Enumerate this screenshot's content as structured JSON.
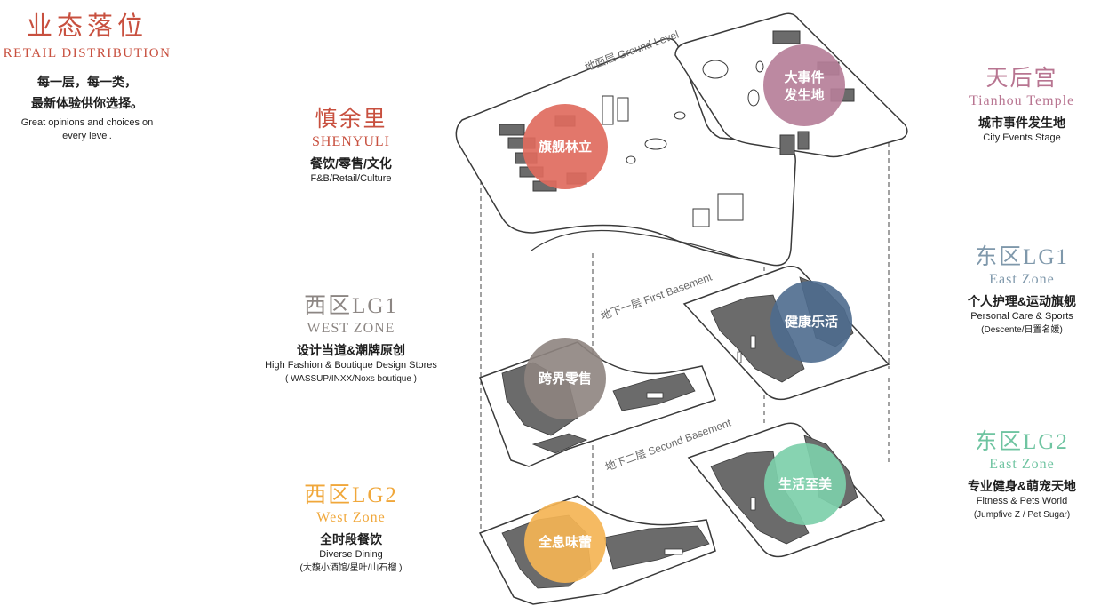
{
  "header": {
    "title_cn": "业态落位",
    "title_en": "RETAIL DISTRIBUTION",
    "tagline_line1": "每一层，每一类，",
    "tagline_line2": "最新体验供你选择。",
    "tagline_en_line1": "Great opinions and choices on",
    "tagline_en_line2": "every level."
  },
  "colors": {
    "shenyuli": "#c8503f",
    "tianhou": "#b87591",
    "east_lg1": "#7f98ab",
    "west_lg1": "#8c8683",
    "east_lg2": "#6fc4a1",
    "west_lg2": "#f0a73a",
    "bubble_red": "#e06b5e",
    "bubble_pink": "#b67f99",
    "bubble_blue": "#4e6c8e",
    "bubble_grey": "#8e8480",
    "bubble_green": "#7dcfaa",
    "bubble_orange": "#f4b455"
  },
  "zones": {
    "shenyuli": {
      "cn": "慎余里",
      "en": "SHENYULI",
      "desc_cn": "餐饮/零售/文化",
      "desc_en": "F&B/Retail/Culture"
    },
    "tianhou": {
      "cn": "天后宫",
      "en": "Tianhou Temple",
      "desc_cn": "城市事件发生地",
      "desc_en": "City Events Stage"
    },
    "east_lg1": {
      "cn": "东区LG1",
      "en": "East Zone",
      "desc_cn": "个人护理&运动旗舰",
      "desc_en": "Personal Care & Sports",
      "brands": "(Descente/日置名媛)"
    },
    "west_lg1": {
      "cn": "西区LG1",
      "en": "WEST ZONE",
      "desc_cn": "设计当道&潮牌原创",
      "desc_en": "High Fashion & Boutique Design Stores",
      "brands": "( WASSUP/INXX/Noxs boutique )"
    },
    "east_lg2": {
      "cn": "东区LG2",
      "en": "East Zone",
      "desc_cn": "专业健身&萌宠天地",
      "desc_en": "Fitness & Pets World",
      "brands": "(Jumpfive Z / Pet Sugar)"
    },
    "west_lg2": {
      "cn": "西区LG2",
      "en": "West Zone",
      "desc_cn": "全时段餐饮",
      "desc_en": "Diverse Dining",
      "brands": "(大馥小酒馆/星叶/山石榴 )"
    }
  },
  "floors": {
    "ground": "地面层 Ground Level",
    "first": "地下一层 First Basement",
    "second": "地下二层 Second Basement"
  },
  "bubbles": {
    "flagship": "旗舰林立",
    "events_l1": "大事件",
    "events_l2": "发生地",
    "health": "健康乐活",
    "crossborder": "跨界零售",
    "living": "生活至美",
    "allday": "全息味蕾"
  }
}
